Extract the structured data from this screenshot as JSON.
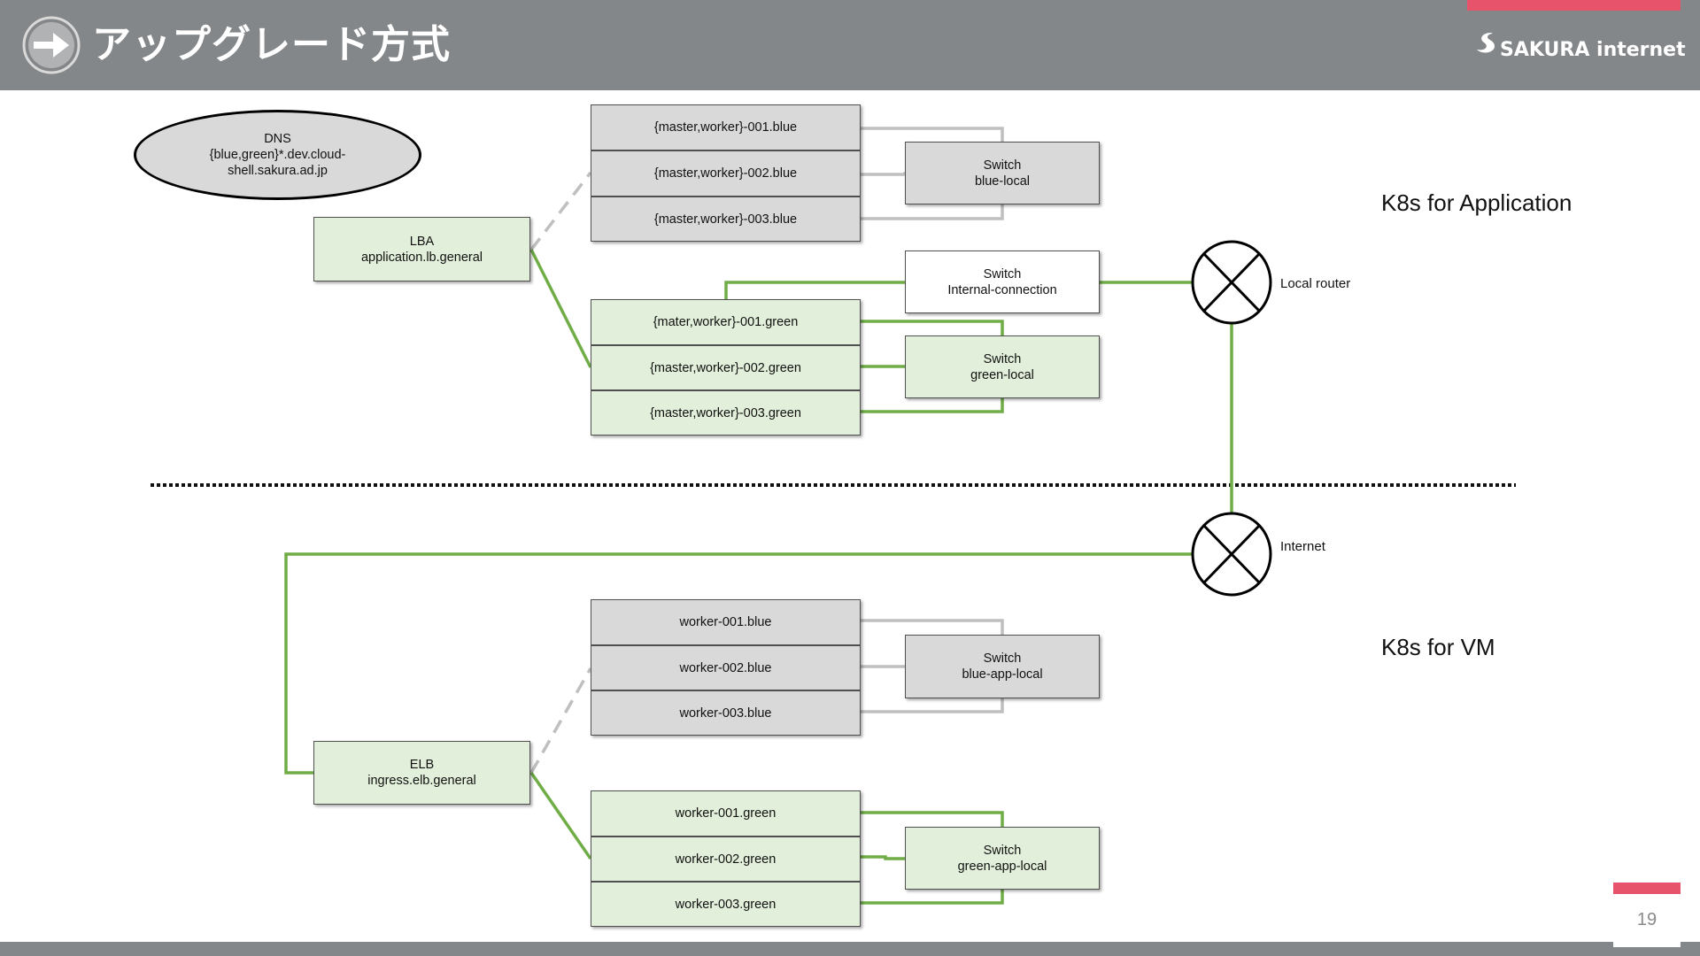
{
  "header": {
    "title": "アップグレード方式",
    "logo_text": "SAKURA internet",
    "icon": "arrow-right-circle-icon"
  },
  "page_number": "19",
  "colors": {
    "header_bg": "#848789",
    "accent": "#e8536c",
    "green_line": "#70ad47",
    "gray_line": "#bfbfbf",
    "blue_fill": "#d9d9d9",
    "green_fill": "#e2efda"
  },
  "dns": {
    "line1": "DNS",
    "line2": "{blue,green}*.dev.cloud-",
    "line3": "shell.sakura.ad.jp"
  },
  "app": {
    "section_label": "K8s for Application",
    "lb": {
      "line1": "LBA",
      "line2": "application.lb.general"
    },
    "blue_nodes": [
      "{master,worker}-001.blue",
      "{master,worker}-002.blue",
      "{master,worker}-003.blue"
    ],
    "green_nodes": [
      "{mater,worker}-001.green",
      "{master,worker}-002.green",
      "{master,worker}-003.green"
    ],
    "switch_blue": {
      "line1": "Switch",
      "line2": "blue-local"
    },
    "switch_internal": {
      "line1": "Switch",
      "line2": "Internal-connection"
    },
    "switch_green": {
      "line1": "Switch",
      "line2": "green-local"
    },
    "router_label": "Local router"
  },
  "vm": {
    "section_label": "K8s for VM",
    "internet_label": "Internet",
    "lb": {
      "line1": "ELB",
      "line2": "ingress.elb.general"
    },
    "blue_nodes": [
      "worker-001.blue",
      "worker-002.blue",
      "worker-003.blue"
    ],
    "green_nodes": [
      "worker-001.green",
      "worker-002.green",
      "worker-003.green"
    ],
    "switch_blue": {
      "line1": "Switch",
      "line2": "blue-app-local"
    },
    "switch_green": {
      "line1": "Switch",
      "line2": "green-app-local"
    }
  }
}
